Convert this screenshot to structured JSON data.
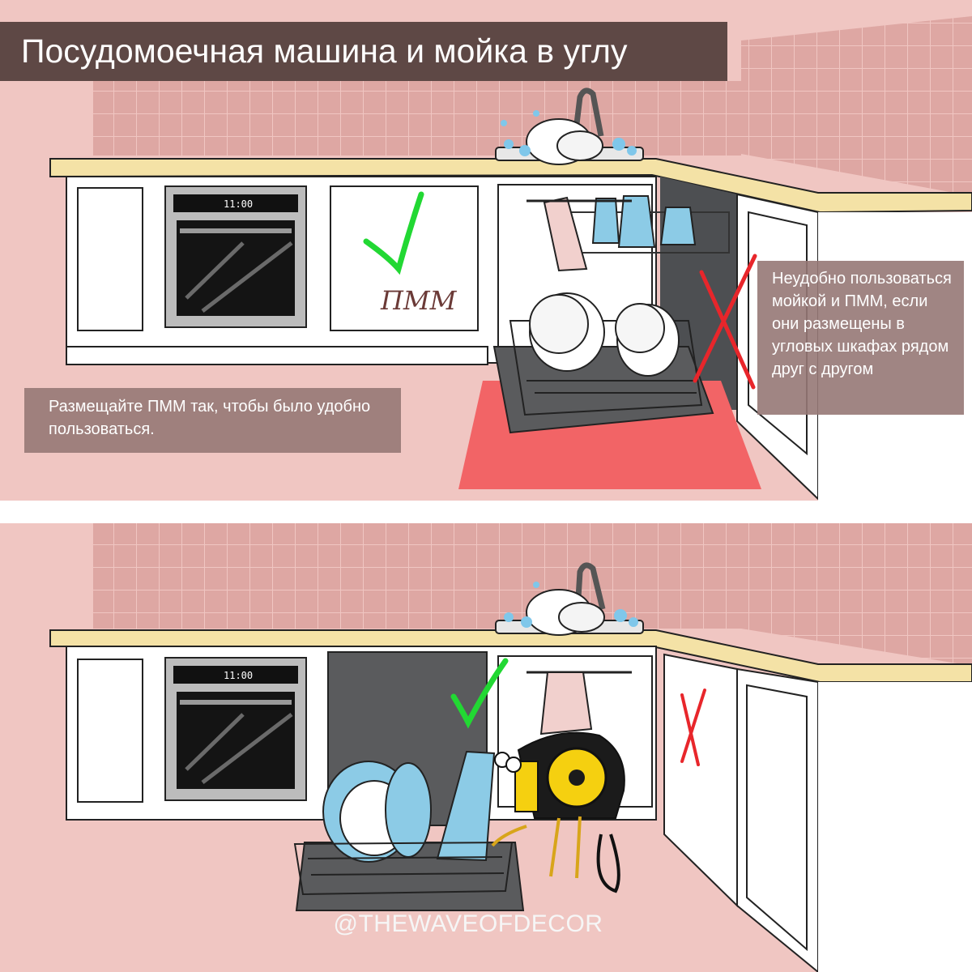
{
  "title": "Посудомоечная машина и мойка в углу",
  "note_left": "Размещайте ПММ так, чтобы было удобно  пользоваться.",
  "note_right": "Неудобно пользоваться мойкой и ПММ, если они размещены в угловых шкафах рядом друг с другом",
  "pmm_label": "ПММ",
  "oven_time": "11:00",
  "watermark": "@THEWAVEOFDECOR",
  "colors": {
    "wall": "#f0c6c2",
    "tiles": "#dea7a3",
    "counter": "#f4e2a6",
    "title_bg": "#5e4845",
    "note_bg": "#977876",
    "rug": "#f26466",
    "good_mark": "#22d833",
    "bad_mark": "#e8262b"
  },
  "icons": [
    "check-icon",
    "cross-icon",
    "dishwasher",
    "oven",
    "sink",
    "tape-measure-character"
  ]
}
